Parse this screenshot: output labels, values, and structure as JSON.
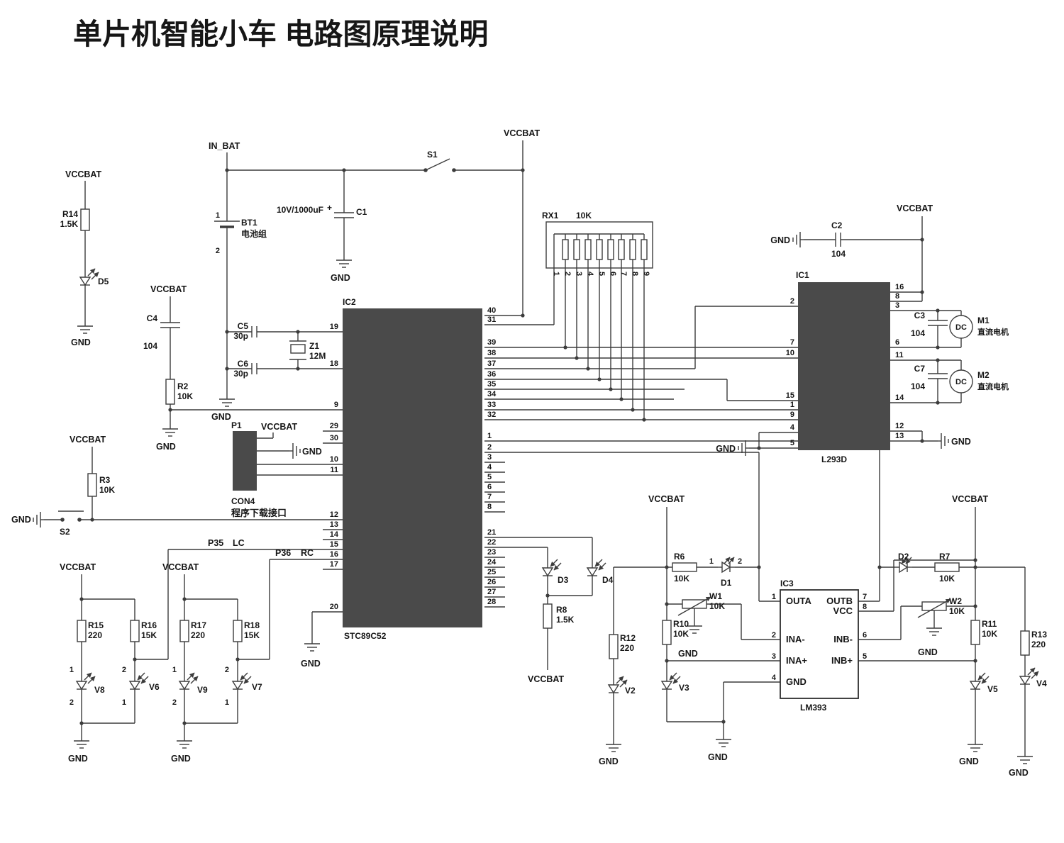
{
  "title": "单片机智能小车 电路图原理说明",
  "net": {
    "vccbat": "VCCBAT",
    "gnd": "GND",
    "in_bat": "IN_BAT",
    "p35": "P35",
    "lc": "LC",
    "p36": "P36",
    "rc": "RC"
  },
  "ic1": {
    "des": "IC1",
    "part": "L293D",
    "pins_left": [
      "2",
      "7",
      "10",
      "15",
      "1",
      "9",
      "4",
      "5"
    ],
    "pins_right": [
      "16",
      "8",
      "3",
      "6",
      "11",
      "14",
      "12",
      "13"
    ]
  },
  "ic2": {
    "des": "IC2",
    "part": "STC89C52",
    "pins_left": [
      "19",
      "18",
      "9",
      "29",
      "30",
      "10",
      "11",
      "12",
      "13",
      "14",
      "15",
      "16",
      "17",
      "20"
    ],
    "pins_right": [
      "40",
      "31",
      "39",
      "38",
      "37",
      "36",
      "35",
      "34",
      "33",
      "32",
      "1",
      "2",
      "3",
      "4",
      "5",
      "6",
      "7",
      "8",
      "21",
      "22",
      "23",
      "24",
      "25",
      "26",
      "27",
      "28"
    ]
  },
  "ic3": {
    "des": "IC3",
    "part": "LM393",
    "labels_left": [
      "OUTA",
      "INA-",
      "INA+",
      "GND"
    ],
    "labels_right": [
      "OUTB",
      "VCC",
      "INB-",
      "INB+"
    ],
    "pins_left": [
      "1",
      "2",
      "3",
      "4"
    ],
    "pins_right": [
      "7",
      "8",
      "6",
      "5"
    ]
  },
  "p1": {
    "des": "P1",
    "part": "CON4",
    "caption": "程序下载接口"
  },
  "bt1": {
    "des": "BT1",
    "caption": "电池组",
    "pin1": "1",
    "pin2": "2"
  },
  "rx1": {
    "des": "RX1",
    "value": "10K",
    "pins": [
      "1",
      "2",
      "3",
      "4",
      "5",
      "6",
      "7",
      "8",
      "9"
    ]
  },
  "r": {
    "r2": {
      "des": "R2",
      "val": "10K"
    },
    "r3": {
      "des": "R3",
      "val": "10K"
    },
    "r6": {
      "des": "R6",
      "val": "10K"
    },
    "r7": {
      "des": "R7",
      "val": "10K"
    },
    "r8": {
      "des": "R8",
      "val": "1.5K"
    },
    "r10": {
      "des": "R10",
      "val": "10K"
    },
    "r11": {
      "des": "R11",
      "val": "10K"
    },
    "r12": {
      "des": "R12",
      "val": "220"
    },
    "r13": {
      "des": "R13",
      "val": "220"
    },
    "r14": {
      "des": "R14",
      "val": "1.5K"
    },
    "r15": {
      "des": "R15",
      "val": "220"
    },
    "r16": {
      "des": "R16",
      "val": "15K"
    },
    "r17": {
      "des": "R17",
      "val": "220"
    },
    "r18": {
      "des": "R18",
      "val": "15K"
    }
  },
  "w": {
    "w1": {
      "des": "W1",
      "val": "10K"
    },
    "w2": {
      "des": "W2",
      "val": "10K"
    }
  },
  "c": {
    "c1": {
      "des": "C1",
      "val": "10V/1000uF",
      "pol": "+"
    },
    "c2": {
      "des": "C2",
      "val": "104"
    },
    "c3": {
      "des": "C3",
      "val": "104"
    },
    "c4": {
      "des": "C4",
      "val": "104"
    },
    "c5": {
      "des": "C5",
      "val": "30p"
    },
    "c6": {
      "des": "C6",
      "val": "30p"
    },
    "c7": {
      "des": "C7",
      "val": "104"
    }
  },
  "z1": {
    "des": "Z1",
    "val": "12M"
  },
  "d": {
    "d1": {
      "des": "D1",
      "pin1": "1",
      "pin2": "2"
    },
    "d2": {
      "des": "D2"
    },
    "d3": {
      "des": "D3"
    },
    "d4": {
      "des": "D4"
    },
    "d5": {
      "des": "D5"
    },
    "v2": {
      "des": "V2"
    },
    "v3": {
      "des": "V3"
    },
    "v4": {
      "des": "V4"
    },
    "v5": {
      "des": "V5"
    },
    "v6": {
      "des": "V6",
      "pt": "2",
      "pb": "1"
    },
    "v7": {
      "des": "V7",
      "pt": "2",
      "pb": "1"
    },
    "v8": {
      "des": "V8",
      "pt": "1",
      "pb": "2"
    },
    "v9": {
      "des": "V9",
      "pt": "1",
      "pb": "2"
    }
  },
  "s": {
    "s1": {
      "des": "S1"
    },
    "s2": {
      "des": "S2"
    }
  },
  "m": {
    "m1": {
      "des": "M1",
      "caption": "直流电机",
      "core": "DC"
    },
    "m2": {
      "des": "M2",
      "caption": "直流电机",
      "core": "DC"
    }
  }
}
